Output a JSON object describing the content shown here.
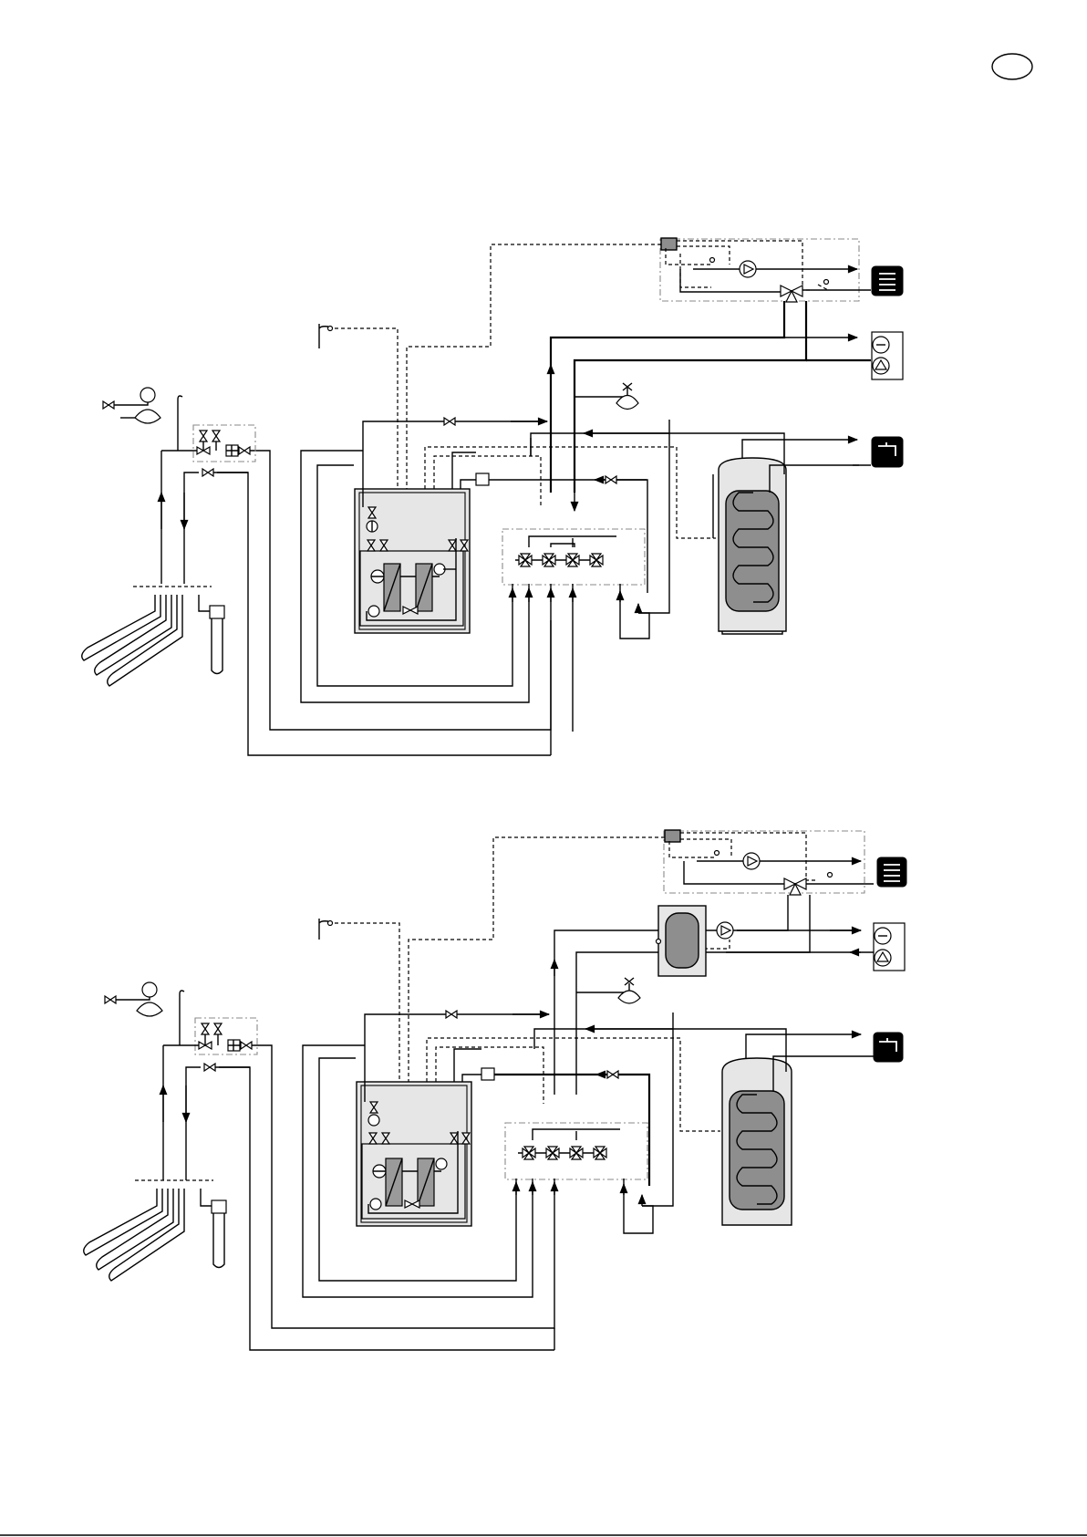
{
  "page": {
    "corner_mark": {
      "label": "",
      "shape": "oval"
    }
  },
  "diagrams": [
    {
      "id": "schematic-upper",
      "components": [
        "controller-box",
        "circulation-pump",
        "three-way-valve",
        "underfloor-heating-icon",
        "heating-cooling-terminal-icon",
        "expansion-vessel",
        "filling-valve-group",
        "safety-valve-group",
        "filter",
        "heat-pump-unit",
        "four-way-valve-group",
        "domestic-hot-water-tank",
        "tap-water-icon",
        "ground-collector-loops",
        "ground-probe",
        "temperature-sensor"
      ]
    },
    {
      "id": "schematic-lower",
      "components": [
        "controller-box",
        "circulation-pump",
        "three-way-valve",
        "underfloor-heating-icon",
        "buffer-tank",
        "heating-cooling-terminal-icon",
        "expansion-vessel",
        "filling-valve-group",
        "safety-valve-group",
        "filter",
        "heat-pump-unit",
        "four-way-valve-group",
        "domestic-hot-water-tank",
        "tap-water-icon",
        "ground-collector-loops",
        "ground-probe",
        "temperature-sensor"
      ]
    }
  ]
}
